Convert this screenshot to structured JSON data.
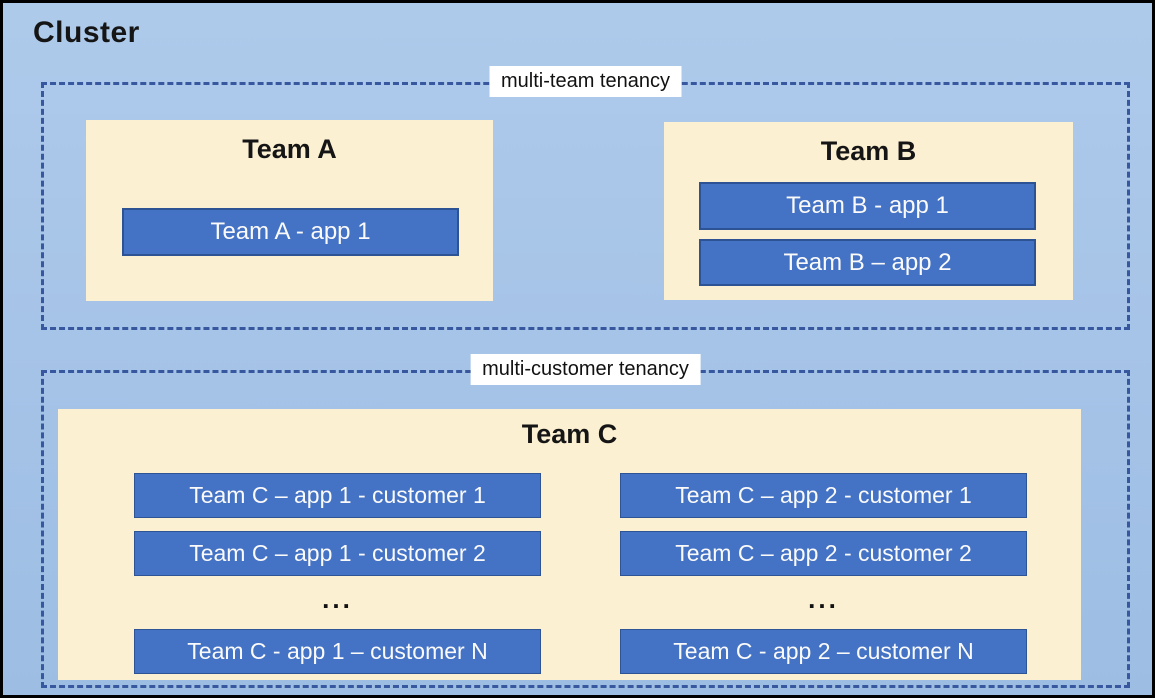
{
  "diagram": {
    "cluster_title": "Cluster",
    "multi_team": {
      "label": "multi-team tenancy",
      "team_a": {
        "name": "Team A",
        "apps": [
          "Team A - app 1"
        ]
      },
      "team_b": {
        "name": "Team B",
        "apps": [
          "Team B - app 1",
          "Team B – app 2"
        ]
      }
    },
    "multi_customer": {
      "label": "multi-customer tenancy",
      "team_c": {
        "name": "Team C",
        "columns": [
          {
            "rows": [
              "Team C – app 1 - customer 1",
              "Team C – app 1 - customer 2"
            ],
            "ellipsis": "...",
            "last_row": "Team C - app 1 – customer N"
          },
          {
            "rows": [
              "Team C – app 2 - customer 1",
              "Team C – app 2 - customer 2"
            ],
            "ellipsis": "...",
            "last_row": "Team C - app 2 – customer N"
          }
        ]
      }
    }
  },
  "colors": {
    "cluster_background_top": "#AECAEB",
    "cluster_background_bottom": "#9DBDE3",
    "outer_border": "#000000",
    "dashed_zone_border": "#37589E",
    "team_box_background": "#FCF0D2",
    "app_box_background": "#4472C4",
    "app_box_border": "#2E5395",
    "app_box_text": "#FAFAFA",
    "zone_label_background": "#FFFFFF",
    "title_text": "#151515"
  }
}
